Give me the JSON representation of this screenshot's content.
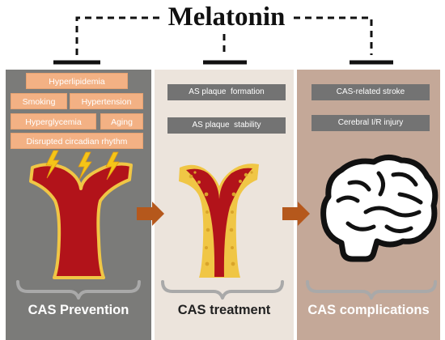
{
  "title": "Melatonin",
  "prevention": {
    "factors": [
      "Hyperlipidemia",
      "Smoking",
      "Hypertension",
      "Hyperglycemia",
      "Aging",
      "Disrupted circadian rhythm"
    ],
    "caption": "CAS Prevention"
  },
  "treatment": {
    "items": [
      "AS plaque  formation",
      "AS plaque  stability"
    ],
    "caption": "CAS treatment"
  },
  "complications": {
    "items": [
      "CAS-related stroke",
      "Cerebral I/R injury"
    ],
    "caption": "CAS complications"
  },
  "colors": {
    "panel_prevention": "#7b7b79",
    "panel_treatment": "#ece4dc",
    "panel_complications": "#c4a898",
    "factor_tag": "#f3b184",
    "item_tag": "#737373",
    "artery_red": "#b2131a",
    "plaque_yellow": "#f0c645",
    "arrow": "#b5581c"
  }
}
